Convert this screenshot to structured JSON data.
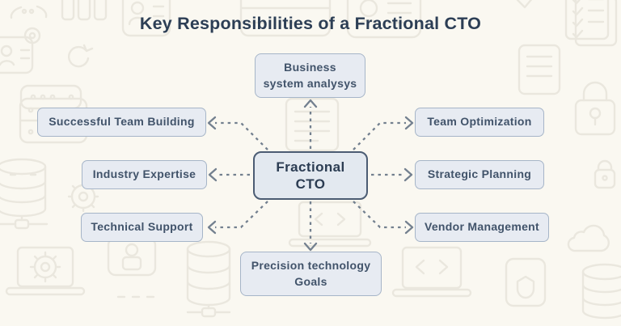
{
  "title": "Key Responsibilities of a Fractional CTO",
  "center": {
    "label": "Fractional\nCTO"
  },
  "nodes": [
    {
      "id": "business-system-analysis",
      "label": "Business\nsystem analysys"
    },
    {
      "id": "successful-team-building",
      "label": "Successful Team Building"
    },
    {
      "id": "industry-expertise",
      "label": "Industry Expertise"
    },
    {
      "id": "technical-support",
      "label": "Technical Support"
    },
    {
      "id": "team-optimization",
      "label": "Team Optimization"
    },
    {
      "id": "strategic-planning",
      "label": "Strategic Planning"
    },
    {
      "id": "vendor-management",
      "label": "Vendor Management"
    },
    {
      "id": "precision-technology-goals",
      "label": "Precision technology\nGoals"
    }
  ],
  "colors": {
    "background": "#faf8f1",
    "title_text": "#2c3e55",
    "center_fill": "#e3e9f0",
    "center_border": "#4b5c73",
    "node_fill": "#e7ebf2",
    "node_border": "#a6b5c8",
    "node_text": "#41536a",
    "connector": "#73808f",
    "watermark": "#eae7de"
  },
  "background": {
    "icons": [
      "bar-chart-icon",
      "window-icon",
      "profile-card-icon",
      "profile-card-icon",
      "checkmark-icon",
      "checklist-icon",
      "id-badge-icon",
      "refresh-icon",
      "server-icon",
      "server-rack-icon",
      "document-icon",
      "document-icon",
      "padlock-icon",
      "lock-icon",
      "database-network-icon",
      "gear-icon",
      "laptop-gear-icon",
      "user-lock-icon",
      "ellipsis-icon",
      "database-icon",
      "laptop-code-icon",
      "laptop-code-icon",
      "shield-box-icon",
      "cloud-icon",
      "database-icon",
      "ellipsis-icon"
    ]
  }
}
